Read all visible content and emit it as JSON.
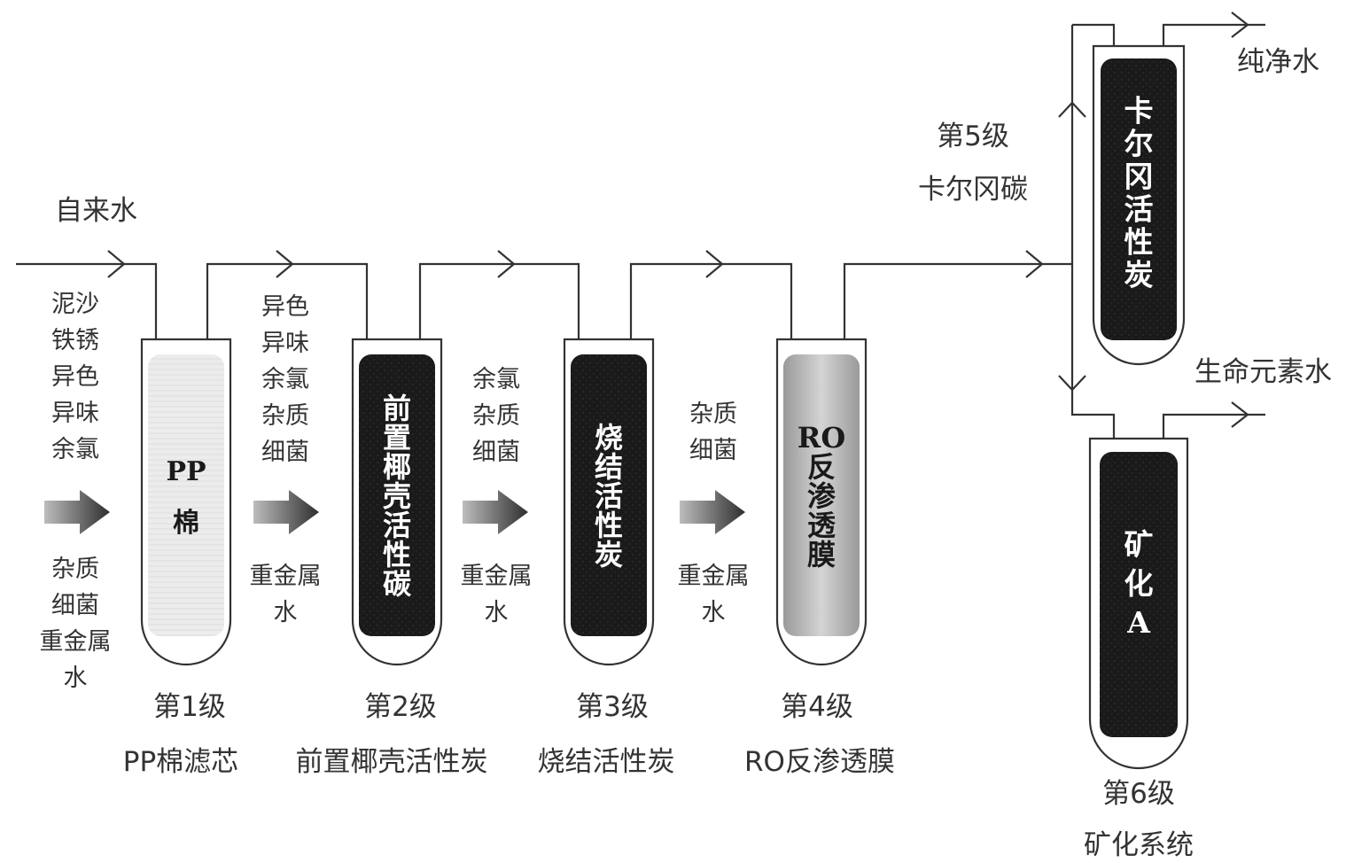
{
  "source": {
    "label": "自来水"
  },
  "stages": [
    {
      "id": "s1",
      "level": "第1级",
      "name": "PP棉滤芯",
      "inner": [
        "PP",
        "棉"
      ],
      "inner_latin": true,
      "fill": "pp",
      "removes": [
        "泥沙",
        "铁锈",
        "异色",
        "异味",
        "余氯"
      ],
      "passes": [
        "杂质",
        "细菌",
        "重金属",
        "水"
      ]
    },
    {
      "id": "s2",
      "level": "第2级",
      "name": "前置椰壳活性炭",
      "inner": [
        "前",
        "置",
        "椰",
        "壳",
        "活",
        "性",
        "碳"
      ],
      "inner_latin": false,
      "fill": "carbon",
      "removes": [
        "异色",
        "异味",
        "余氯",
        "杂质",
        "细菌"
      ],
      "passes": [
        "重金属",
        "水"
      ]
    },
    {
      "id": "s3",
      "level": "第3级",
      "name": "烧结活性炭",
      "inner": [
        "烧",
        "结",
        "活",
        "性",
        "炭"
      ],
      "inner_latin": false,
      "fill": "carbon",
      "removes": [
        "余氯",
        "杂质",
        "细菌"
      ],
      "passes": [
        "重金属",
        "水"
      ]
    },
    {
      "id": "s4",
      "level": "第4级",
      "name": "RO反渗透膜",
      "inner": [
        "RO",
        "反",
        "渗",
        "透",
        "膜"
      ],
      "inner_latin": false,
      "fill": "ro",
      "removes": [
        "杂质",
        "细菌"
      ],
      "passes": [
        "重金属",
        "水"
      ]
    }
  ],
  "stage5": {
    "level": "第5级",
    "name": "卡尔冈碳",
    "inner": [
      "卡",
      "尔",
      "冈",
      "活",
      "性",
      "炭"
    ],
    "output": "纯净水"
  },
  "stage6": {
    "level": "第6级",
    "name": "矿化系统",
    "inner": [
      "矿",
      "化",
      "A"
    ],
    "output": "生命元素水"
  },
  "colors": {
    "line": "#333333",
    "carbon": "#1a1a1a",
    "ro": "#b8b8b8",
    "pp": "#e6e6e6",
    "arrow": "#3a3a3a"
  },
  "icons": {
    "flow_arrow": "chevron-right-icon",
    "filter_arrow": "block-arrow-right-icon"
  }
}
